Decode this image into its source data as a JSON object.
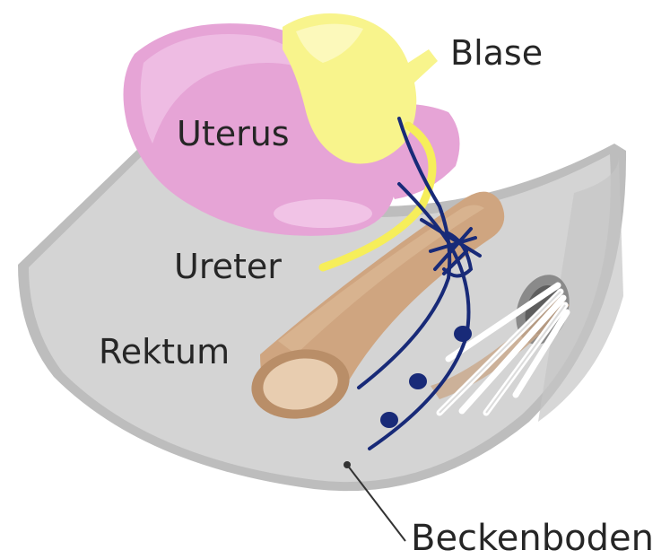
{
  "labels": {
    "blase": "Blase",
    "uterus": "Uterus",
    "ureter": "Ureter",
    "rektum": "Rektum",
    "beckenboden": "Beckenboden"
  },
  "colors": {
    "pelvic_floor": "#d2d2d2",
    "pelvic_floor_edge": "#bcbcbc",
    "uterus": "#e6a4d6",
    "bladder": "#f8f48c",
    "rectum": "#cfa580",
    "nerve": "#182a78",
    "label_text": "#262626"
  }
}
